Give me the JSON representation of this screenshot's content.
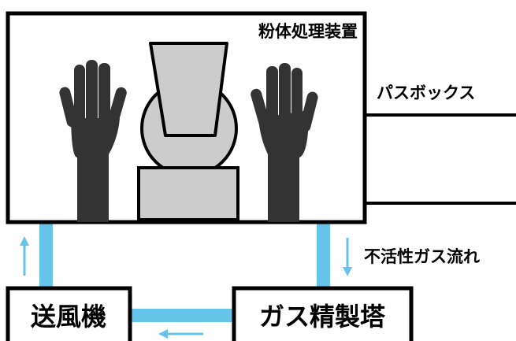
{
  "labels": {
    "title": "粉体処理装置",
    "pass_box": "パスボックス",
    "inert_gas_flow": "不活性ガス流れ",
    "blower": "送風機",
    "gas_purifier": "ガス精製塔"
  },
  "colors": {
    "pipe": "#66c4ea",
    "hand": "#333333",
    "machine": "#cccccc",
    "outline": "#000000"
  },
  "icons": {
    "left_hand": "glove-hand-icon",
    "right_hand": "glove-hand-icon",
    "arrow_up": "arrow-up-icon",
    "arrow_down": "arrow-down-icon",
    "arrow_left": "arrow-left-icon"
  }
}
